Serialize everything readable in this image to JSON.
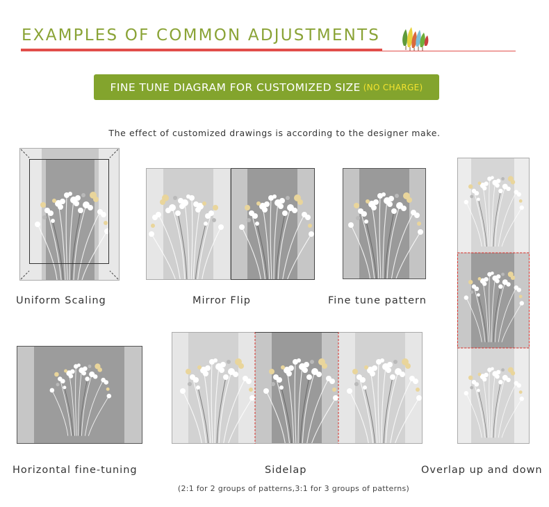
{
  "header": {
    "title": "EXAMPLES OF COMMON ADJUSTMENTS",
    "logo_icon": "colorful-trees-icon",
    "accent_color": "#8aa336",
    "rule_color": "#e14e4a"
  },
  "banner": {
    "main": "FINE TUNE DIAGRAM FOR CUSTOMIZED SIZE",
    "note": "(NO CHARGE)",
    "background": "#83a42d",
    "note_color": "#f3e330"
  },
  "subtitle": "The effect of customized drawings is according to the designer make.",
  "examples": {
    "uniform_scaling": "Uniform Scaling",
    "mirror_flip": "Mirror Flip",
    "fine_tune_pattern": "Fine tune pattern",
    "overlap_up_down": "Overlap up and down",
    "horizontal_fine_tuning": "Horizontal fine-tuning",
    "sidelap": "Sidelap"
  },
  "footnote": "(2:1 for 2 groups of patterns,3:1 for 3 groups of patterns)"
}
